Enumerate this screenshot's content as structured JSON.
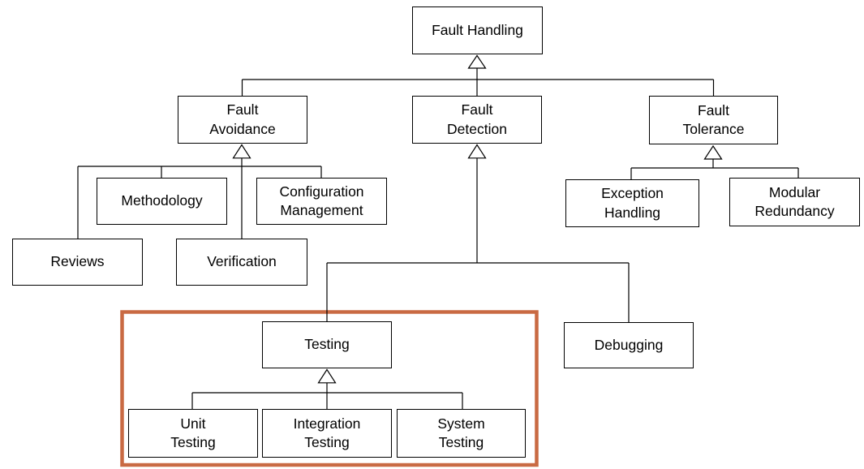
{
  "diagram": {
    "type": "hierarchy-tree",
    "nodes": {
      "fault_handling": {
        "label": "Fault Handling"
      },
      "fault_avoidance": {
        "label": "Fault\nAvoidance"
      },
      "fault_detection": {
        "label": "Fault\nDetection"
      },
      "fault_tolerance": {
        "label": "Fault\nTolerance"
      },
      "methodology": {
        "label": "Methodology"
      },
      "configuration_management": {
        "label": "Configuration\nManagement"
      },
      "reviews": {
        "label": "Reviews"
      },
      "verification": {
        "label": "Verification"
      },
      "exception_handling": {
        "label": "Exception\nHandling"
      },
      "modular_redundancy": {
        "label": "Modular\nRedundancy"
      },
      "testing": {
        "label": "Testing"
      },
      "debugging": {
        "label": "Debugging"
      },
      "unit_testing": {
        "label": "Unit\nTesting"
      },
      "integration_testing": {
        "label": "Integration\nTesting"
      },
      "system_testing": {
        "label": "System\nTesting"
      }
    },
    "edges": [
      {
        "parent": "Fault Handling",
        "children": [
          "Fault Avoidance",
          "Fault Detection",
          "Fault Tolerance"
        ]
      },
      {
        "parent": "Fault Avoidance",
        "children": [
          "Reviews",
          "Methodology",
          "Verification",
          "Configuration Management"
        ]
      },
      {
        "parent": "Fault Detection",
        "children": [
          "Testing",
          "Debugging"
        ]
      },
      {
        "parent": "Fault Tolerance",
        "children": [
          "Exception Handling",
          "Modular Redundancy"
        ]
      },
      {
        "parent": "Testing",
        "children": [
          "Unit Testing",
          "Integration Testing",
          "System Testing"
        ]
      }
    ],
    "highlighted_group": [
      "Testing",
      "Unit Testing",
      "Integration Testing",
      "System Testing"
    ],
    "colors": {
      "line": "#000000",
      "highlight": "#C96A43",
      "box_fill": "#ffffff"
    }
  }
}
